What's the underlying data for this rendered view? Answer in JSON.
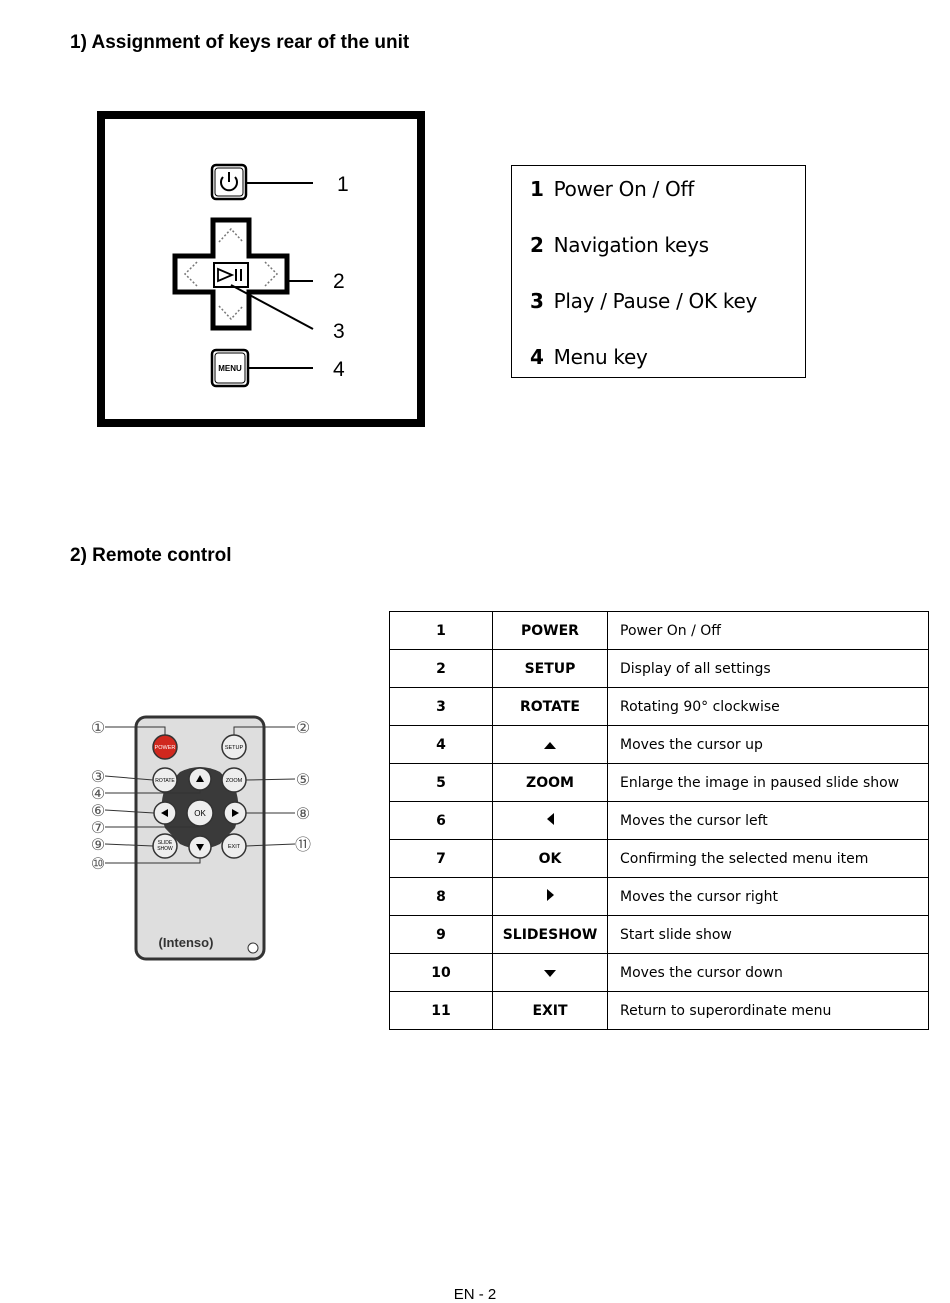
{
  "section1": {
    "heading": "1)  Assignment of keys rear of the unit",
    "diagram_callouts": [
      "1",
      "2",
      "3",
      "4"
    ],
    "menu_button_label": "MENU",
    "legend": [
      {
        "num": "1",
        "label": "Power On / Off"
      },
      {
        "num": "2",
        "label": "Navigation keys"
      },
      {
        "num": "3",
        "label": "Play / Pause / OK key"
      },
      {
        "num": "4",
        "label": "Menu key"
      }
    ]
  },
  "section2": {
    "heading": "2)  Remote control",
    "remote": {
      "callouts": [
        "①",
        "②",
        "③",
        "④",
        "⑤",
        "⑥",
        "⑦",
        "⑧",
        "⑨",
        "⑩",
        "⑪"
      ],
      "buttons": {
        "power": "POWER",
        "setup": "SETUP",
        "rotate": "ROTATE",
        "zoom": "ZOOM",
        "ok": "OK",
        "slideshow_1": "SLIDE",
        "slideshow_2": "SHOW",
        "exit": "EXIT"
      },
      "brand": "(Intenso)",
      "power_color": "#d0281e",
      "body_color": "#dedede"
    },
    "table": [
      {
        "num": "1",
        "key": "POWER",
        "desc": "Power On / Off"
      },
      {
        "num": "2",
        "key": "SETUP",
        "desc": "Display of all settings"
      },
      {
        "num": "3",
        "key": "ROTATE",
        "desc": "Rotating 90° clockwise"
      },
      {
        "num": "4",
        "key_icon": "arrow-up",
        "desc": "Moves the cursor up"
      },
      {
        "num": "5",
        "key": "ZOOM",
        "desc": "Enlarge the image in paused slide show"
      },
      {
        "num": "6",
        "key_icon": "arrow-left",
        "desc": "Moves the cursor left"
      },
      {
        "num": "7",
        "key": "OK",
        "desc": "Confirming the selected menu item"
      },
      {
        "num": "8",
        "key_icon": "arrow-right",
        "desc": "Moves the cursor right"
      },
      {
        "num": "9",
        "key": "SLIDESHOW",
        "desc": "Start slide show"
      },
      {
        "num": "10",
        "key_icon": "arrow-down",
        "desc": "Moves the cursor down"
      },
      {
        "num": "11",
        "key": "EXIT",
        "desc": "Return to superordinate menu"
      }
    ]
  },
  "footer": {
    "page_label": "EN - 2"
  }
}
